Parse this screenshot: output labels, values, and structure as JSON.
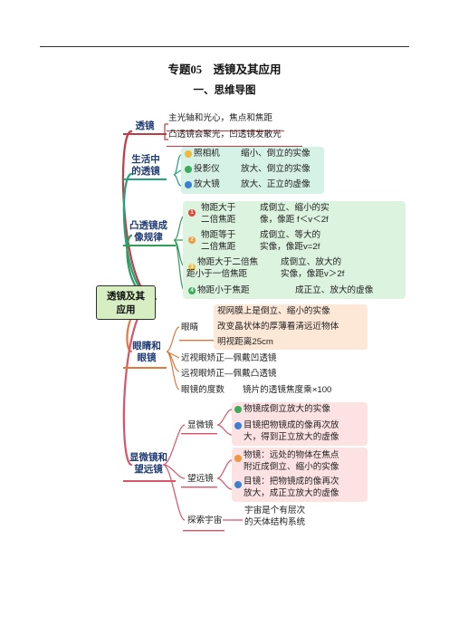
{
  "header": {
    "title": "专题05　透镜及其应用",
    "subtitle": "一、思维导图"
  },
  "root": {
    "line1": "透镜及其",
    "line2": "应用"
  },
  "branches": {
    "lens": {
      "label": "透镜",
      "items": [
        "主光轴和光心，焦点和焦距",
        "凸透镜会聚光，凹透镜发散光"
      ]
    },
    "life": {
      "label1": "生活中",
      "label2": "的透镜",
      "items": [
        {
          "name": "照相机",
          "desc": "缩小、倒立的实像"
        },
        {
          "name": "投影仪",
          "desc": "放大、倒立的实像"
        },
        {
          "name": "放大镜",
          "desc": "放大、正立的虚像"
        }
      ]
    },
    "rules": {
      "label1": "凸透镜成",
      "label2": "像规律",
      "items": [
        {
          "dot": "1",
          "cond1": "物距大于",
          "cond2": "二倍焦距",
          "res1": "成倒立、缩小的实",
          "res2": "像，像距 f＜v＜2f"
        },
        {
          "dot": "2",
          "cond1": "物距等于",
          "cond2": "二倍焦距",
          "res1": "成倒立、等大的",
          "res2": "实像，像距v=2f"
        },
        {
          "dot": "3",
          "cond1": "物距大于二倍焦",
          "cond2": "距小于一倍焦距",
          "res1": "成倒立、放大的",
          "res2": "实像，像距v＞2f"
        },
        {
          "dot": "4",
          "cond1": "物距小于焦距",
          "res1": "成正立、放大的虚像"
        }
      ]
    },
    "eye": {
      "label1": "眼睛和",
      "label2": "眼镜",
      "eye_label": "眼睛",
      "eye_items": [
        "视网膜上是倒立、缩小的实像",
        "改变晶状体的厚薄看清远近物体",
        "明视距离25cm"
      ],
      "items": [
        "近视眼矫正—佩戴凹透镜",
        "远视眼矫正—佩戴凸透镜"
      ],
      "degree": {
        "name": "眼镜的度数",
        "desc": "镜片的透镜焦度乘×100"
      }
    },
    "scope": {
      "label1": "显微镜和",
      "label2": "望远镜",
      "microscope": {
        "label": "显微镜",
        "items": [
          {
            "l1": "物镜成倒立放大的实像"
          },
          {
            "l1": "目镜把物镜成的像再次放",
            "l2": "大，得到正立放大的虚像"
          }
        ]
      },
      "telescope": {
        "label": "望远镜",
        "items": [
          {
            "l1": "物镜：远处的物体在焦点",
            "l2": "附近成倒立、缩小的实像"
          },
          {
            "l1": "目镜：把物镜成的像再次",
            "l2": "放大，成正立放大的虚像"
          }
        ]
      },
      "universe": {
        "label": "探索宇宙",
        "l1": "宇宙是个有层次",
        "l2": "的天体结构系统"
      }
    }
  },
  "colors": {
    "lens": "#c23a44",
    "life": "#23a37f",
    "rules": "#2f9e5a",
    "eye": "#e07a3c",
    "scope": "#d9546a",
    "dot_yellow": "#f0b83c",
    "dot_green": "#3cab5a",
    "dot_blue": "#3a7fd0",
    "dot_red": "#e0463a",
    "dot_orange": "#f0963c",
    "box_life": "#d6f1e6",
    "box_rules": "#dbf3df",
    "box_eye": "#fde7d6",
    "box_scope": "#fde2e4"
  }
}
